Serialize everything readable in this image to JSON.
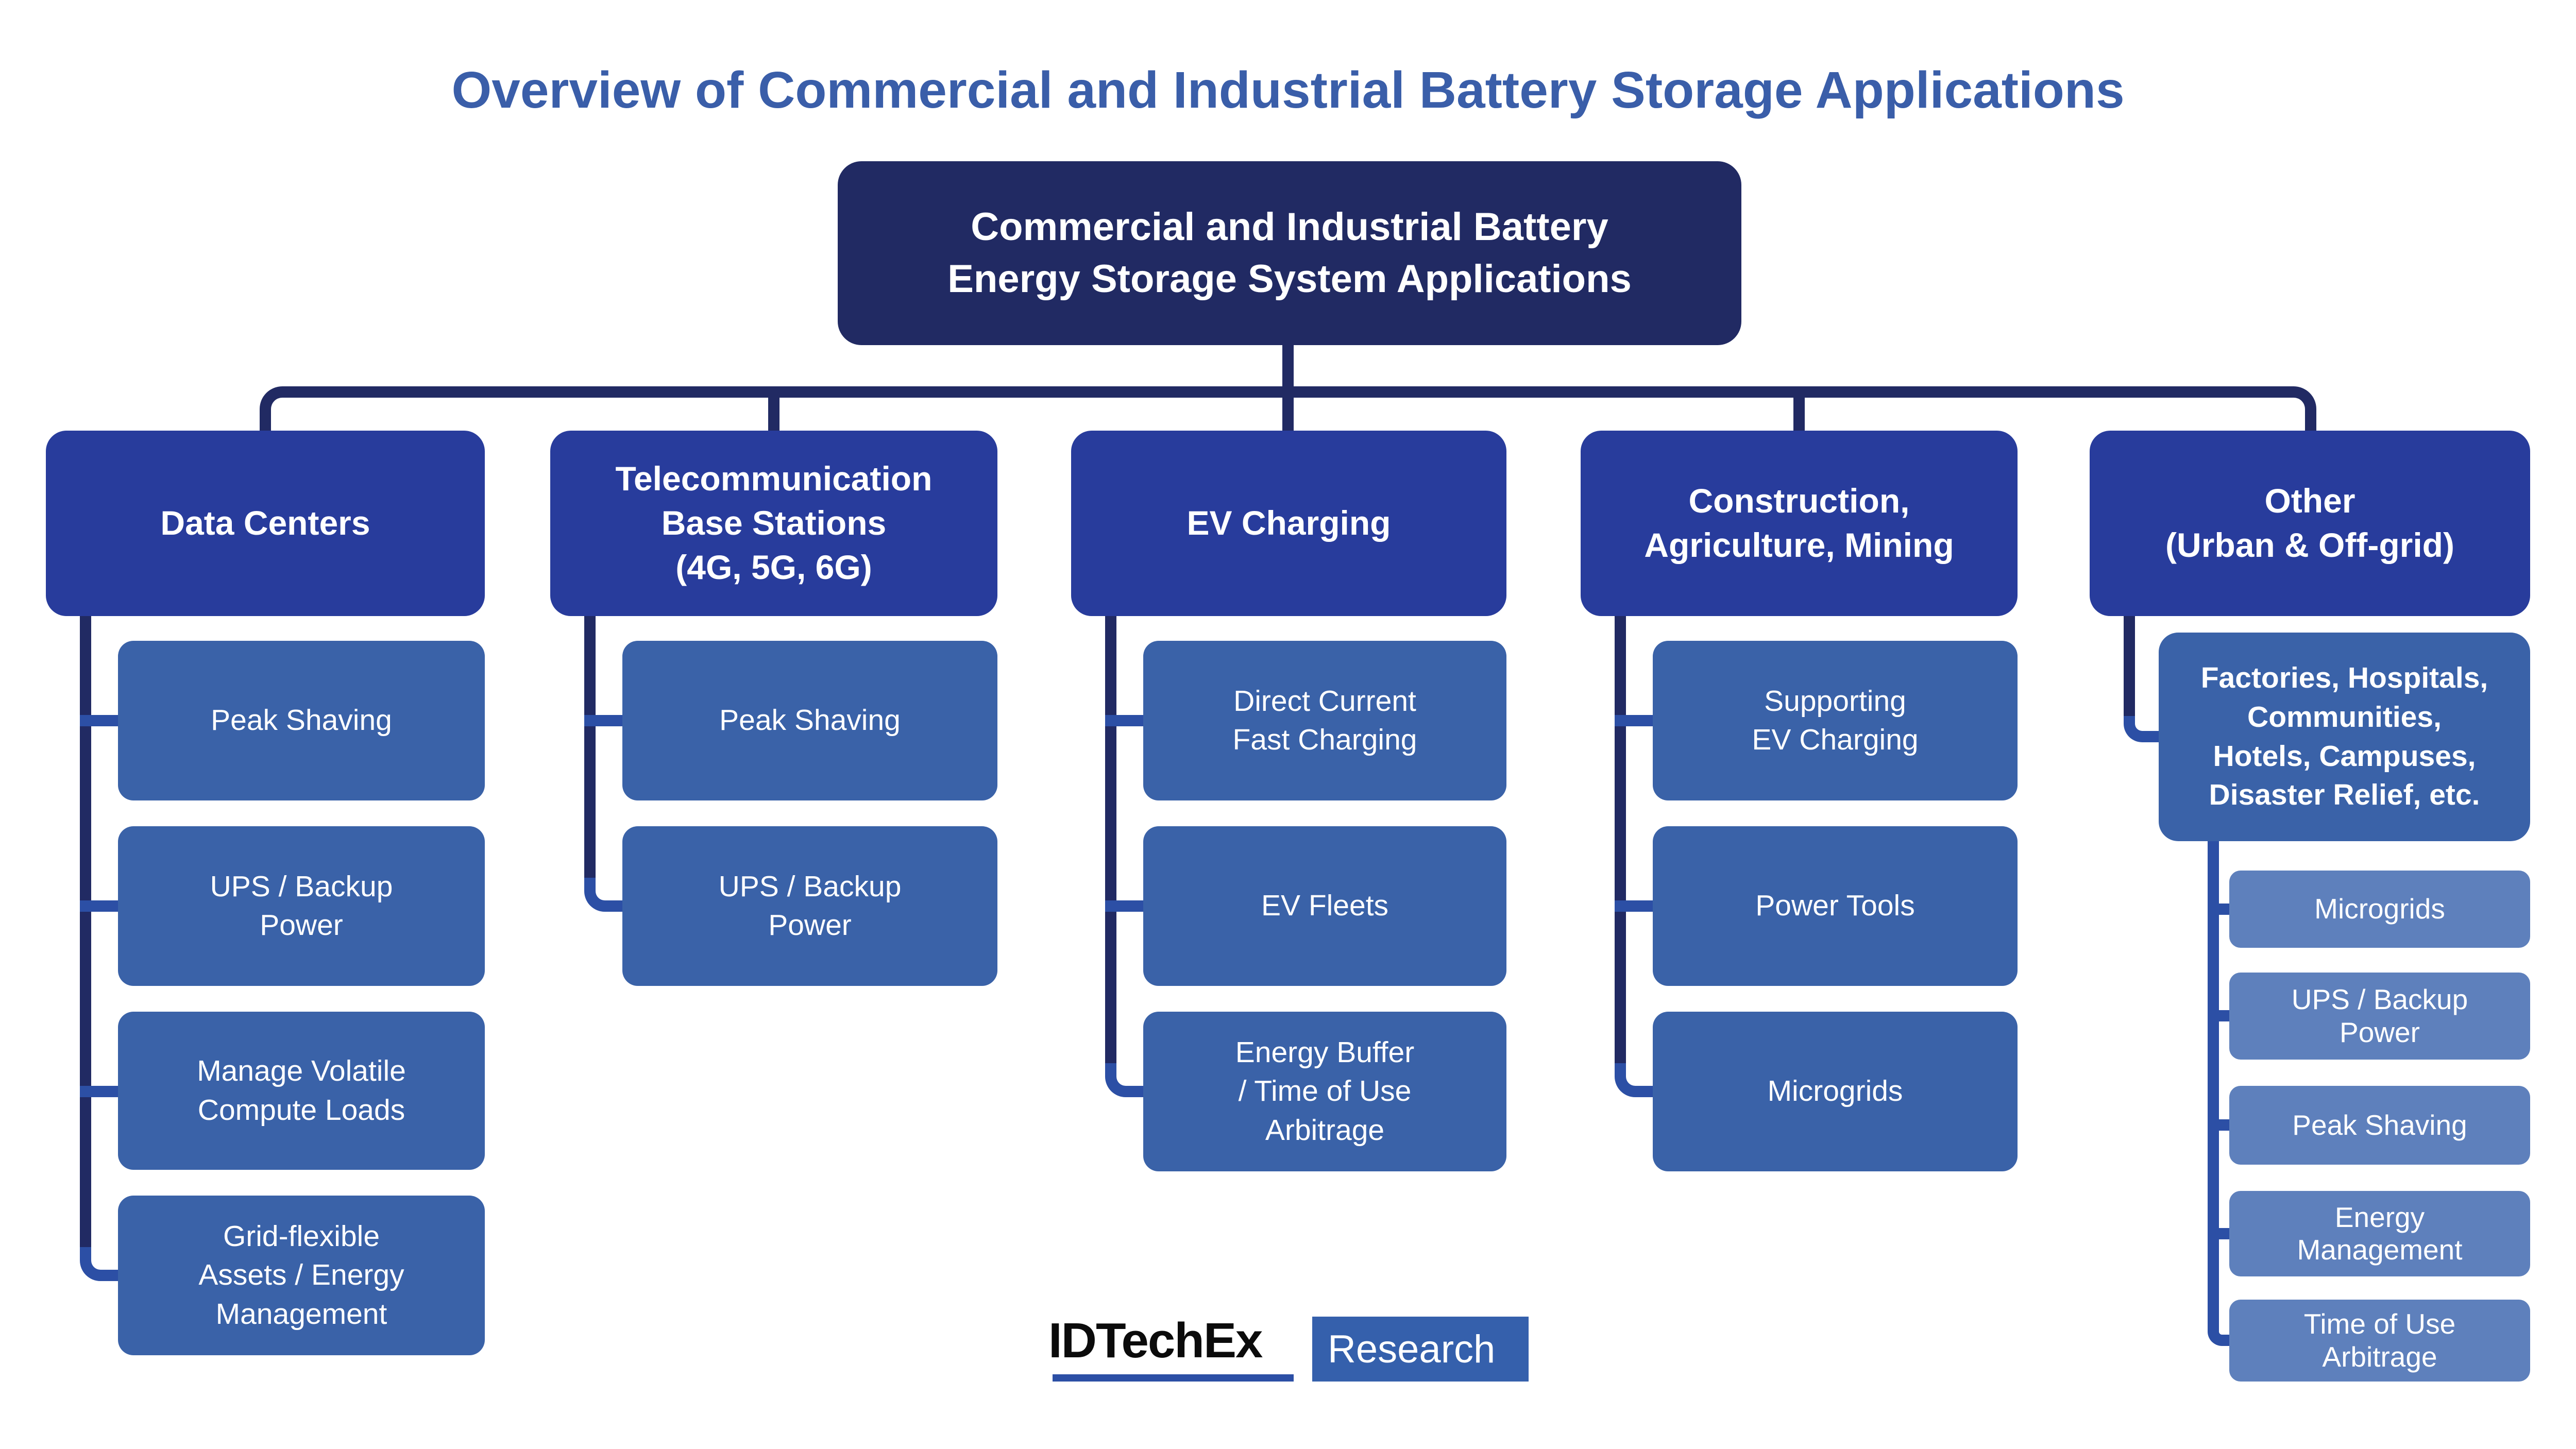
{
  "title": "Overview of Commercial and Industrial Battery Storage Applications",
  "root": {
    "label": "Commercial and Industrial Battery\nEnergy Storage System Applications"
  },
  "columns": [
    {
      "header": "Data Centers",
      "children": [
        "Peak Shaving",
        "UPS / Backup\nPower",
        "Manage Volatile\nCompute Loads",
        "Grid-flexible\nAssets / Energy\nManagement"
      ]
    },
    {
      "header": "Telecommunication\nBase Stations\n(4G, 5G, 6G)",
      "children": [
        "Peak Shaving",
        "UPS / Backup\nPower"
      ]
    },
    {
      "header": "EV Charging",
      "children": [
        "Direct Current\nFast Charging",
        "EV Fleets",
        "Energy Buffer\n/ Time of Use\nArbitrage"
      ]
    },
    {
      "header": "Construction,\nAgriculture, Mining",
      "children": [
        "Supporting\nEV Charging",
        "Power Tools",
        "Microgrids"
      ]
    },
    {
      "header": "Other\n(Urban & Off-grid)",
      "children": [
        "Factories, Hospitals,\nCommunities,\nHotels, Campuses,\nDisaster Relief, etc."
      ],
      "subchildren": [
        "Microgrids",
        "UPS / Backup\nPower",
        "Peak Shaving",
        "Energy\nManagement",
        "Time of Use\nArbitrage"
      ]
    }
  ],
  "logo": {
    "brand": "IDTechEx",
    "tag": "Research"
  },
  "colors": {
    "title_color": "#3A5EA9",
    "root_bg": "#212A63",
    "header_bg": "#283C9C",
    "child_bg": "#3A62A8",
    "subchild_bg": "#5E80BC",
    "connector_dark": "#212A63",
    "connector_bright": "#2C4FA5",
    "logo_bar": "#2C4FA5",
    "research_bg": "#3560AC"
  }
}
